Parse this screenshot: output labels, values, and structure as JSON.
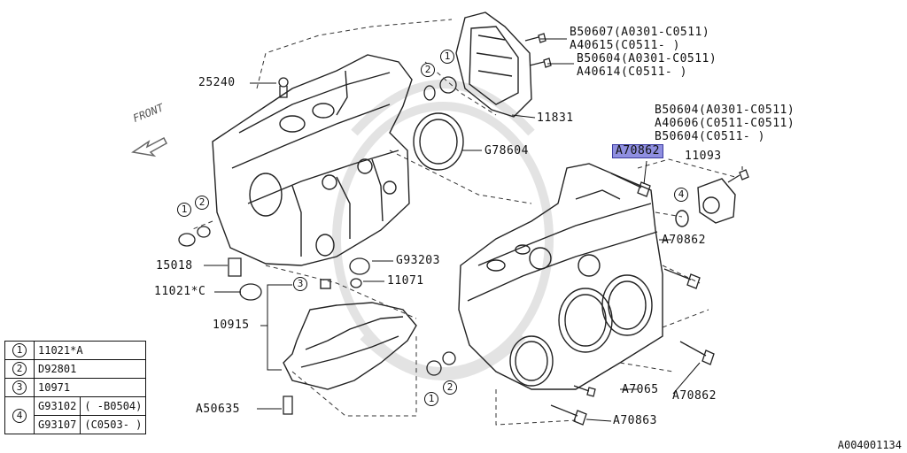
{
  "diagram_id": "A004001134",
  "front_label": "FRONT",
  "labels": {
    "l25240": "25240",
    "l15018": "15018",
    "l11021c": "11021*C",
    "l10915": "10915",
    "la50635": "A50635",
    "lg78604": "G78604",
    "lg93203": "G93203",
    "l11071": "11071",
    "l11831": "11831",
    "lb50607": "B50607(A0301-C0511)",
    "la40615": "A40615(C0511- )",
    "lb50604a": "B50604(A0301-C0511)",
    "la40614": "A40614(C0511- )",
    "lb50604b": "B50604(A0301-C0511)",
    "la40606": "A40606(C0511-C0511)",
    "lb50604c": "B50604(C0511- )",
    "la70862a": "A70862",
    "l11093": "11093",
    "la70862b": "A70862",
    "la70862c": "A70862",
    "la7065": "A7065",
    "la70863": "A70863"
  },
  "callouts": {
    "c1": "1",
    "c2": "2",
    "c3": "3",
    "c4": "4"
  },
  "legend": [
    {
      "num": "1",
      "part": "11021*A",
      "range": ""
    },
    {
      "num": "2",
      "part": "D92801",
      "range": ""
    },
    {
      "num": "3",
      "part": "10971",
      "range": ""
    },
    {
      "num": "4",
      "part": "G93102",
      "range": "( -B0504)"
    },
    {
      "num": "",
      "part": "G93107",
      "range": "(C0503- )"
    }
  ]
}
